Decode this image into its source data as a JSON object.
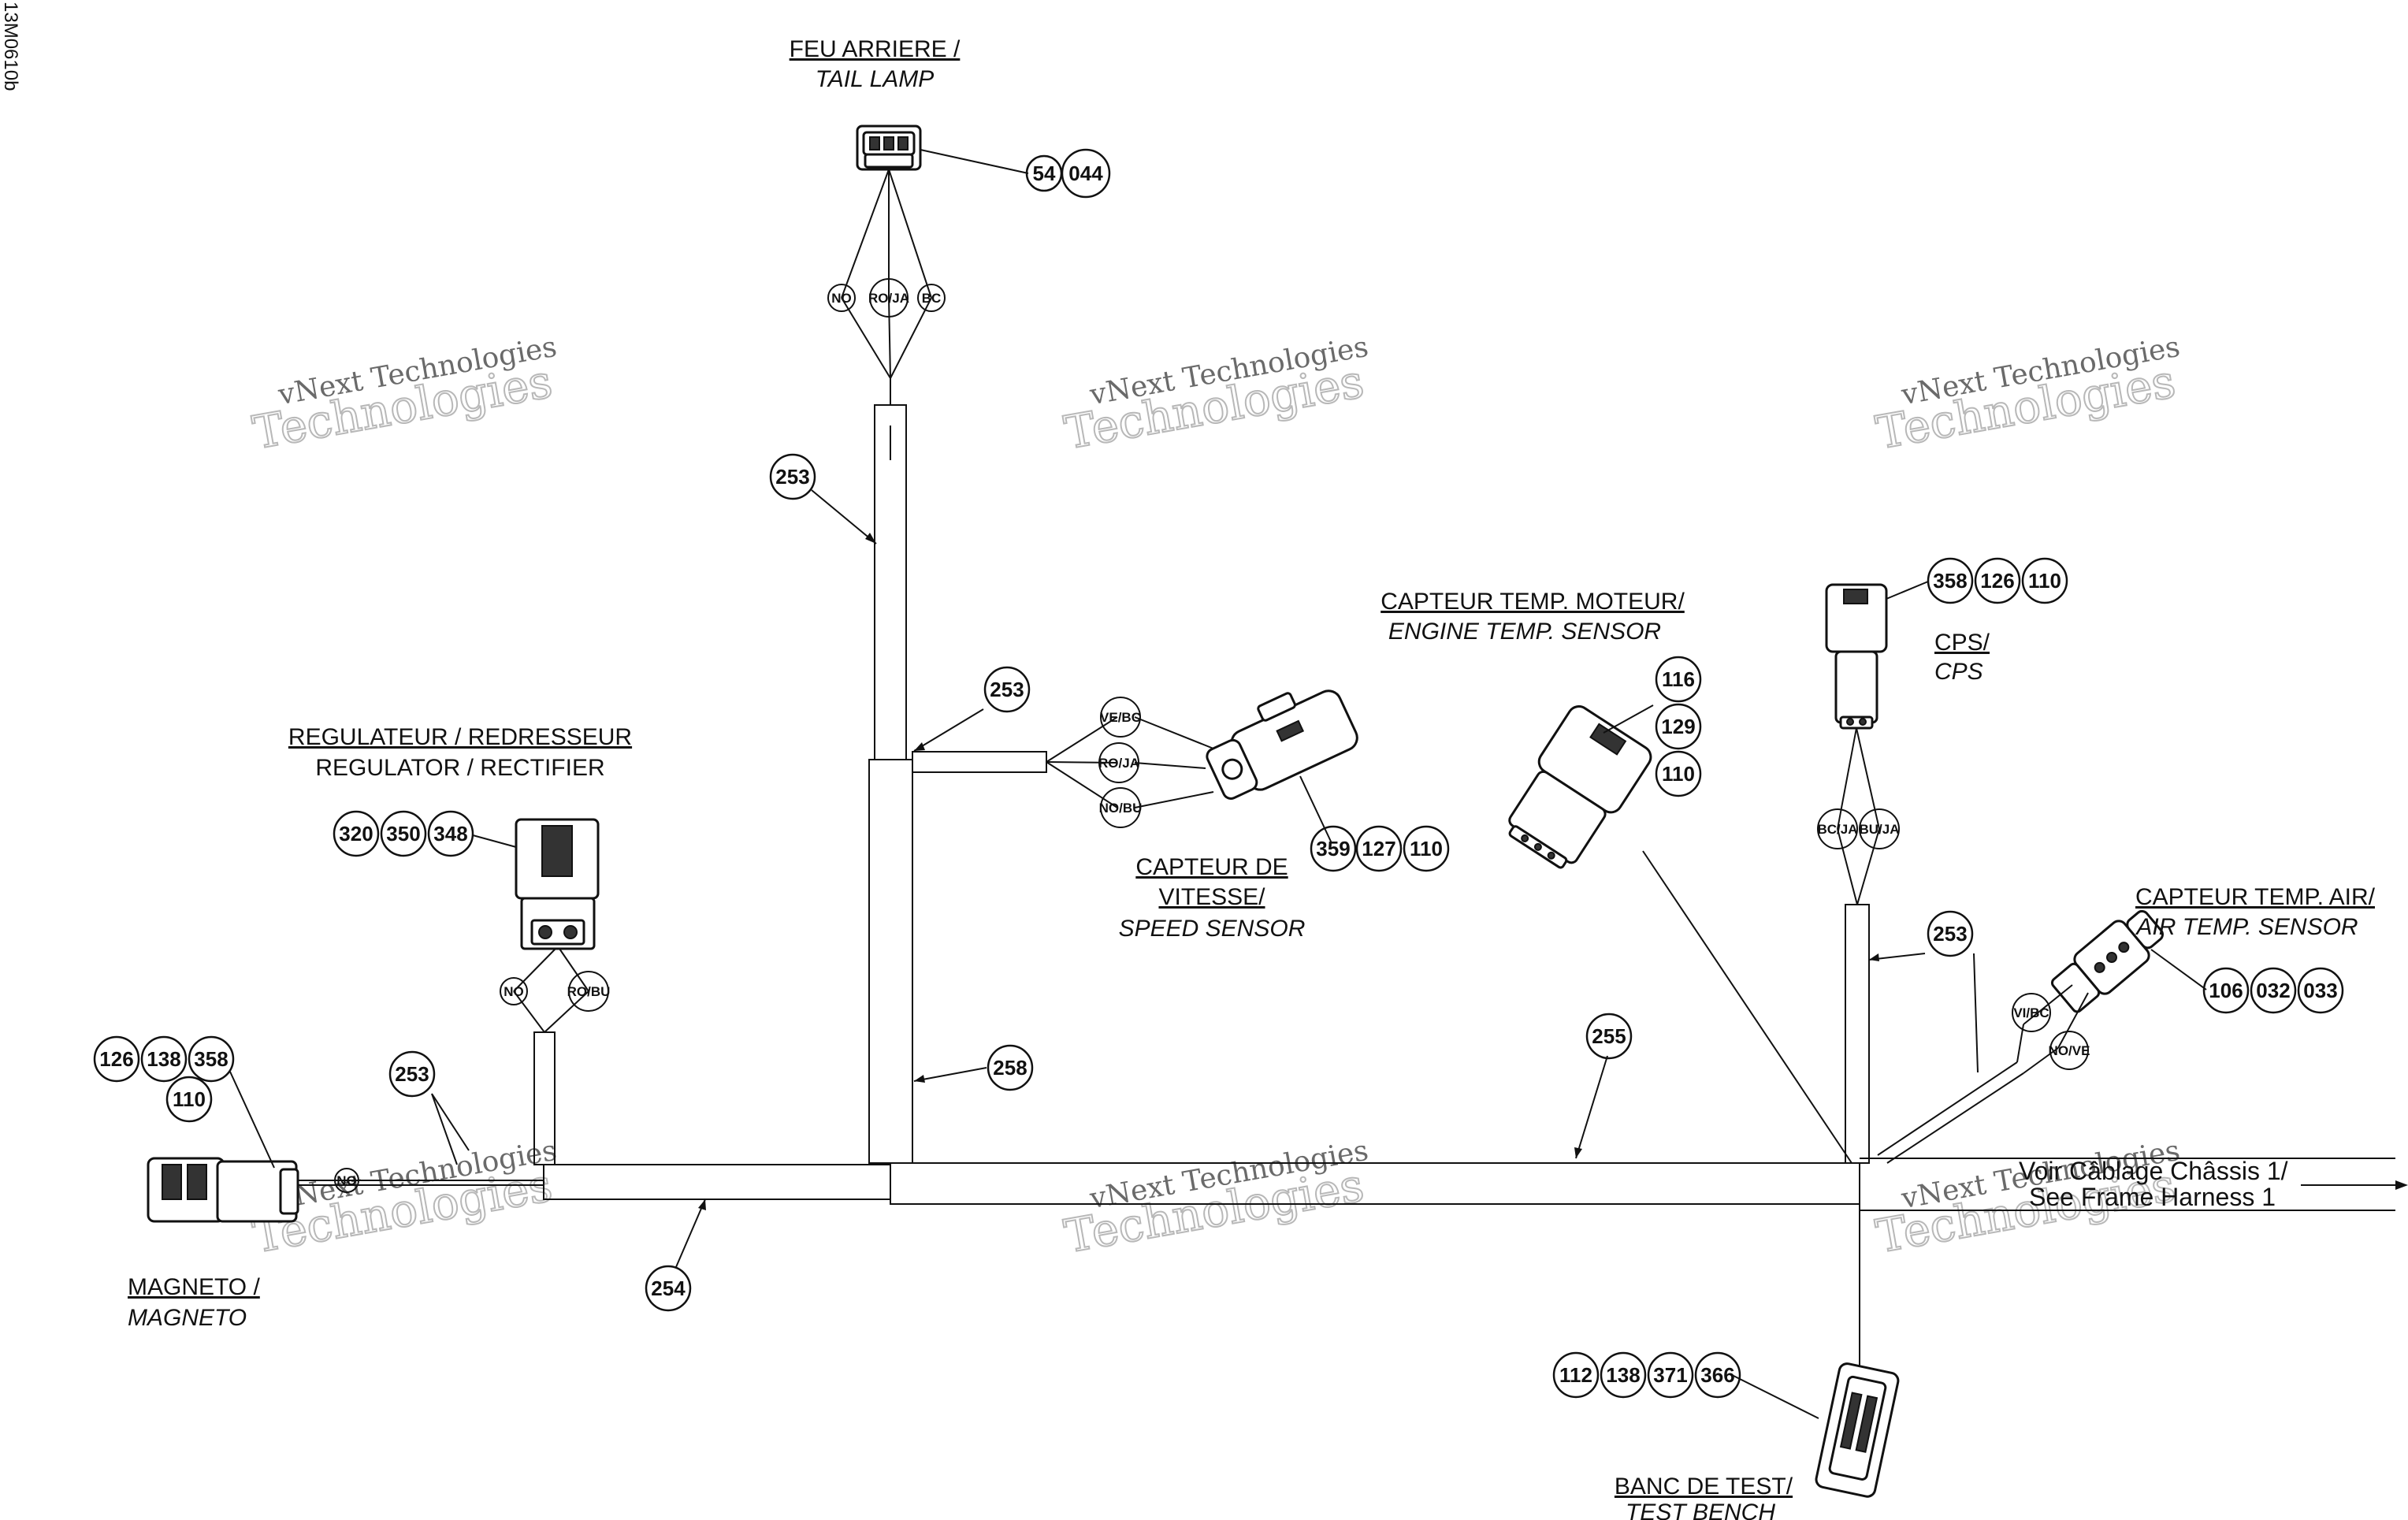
{
  "drawing_id": "13M0610b",
  "labels": {
    "tail_lamp_fr": "FEU ARRIERE /",
    "tail_lamp_en": "TAIL LAMP",
    "regulator_fr": "REGULATEUR / REDRESSEUR",
    "regulator_en": "REGULATOR / RECTIFIER",
    "speed_fr_1": "CAPTEUR DE",
    "speed_fr_2": "VITESSE/",
    "speed_en": "SPEED SENSOR",
    "engine_temp_fr": "CAPTEUR TEMP. MOTEUR/",
    "engine_temp_en": "ENGINE TEMP. SENSOR",
    "cps_fr": "CPS/",
    "cps_en": "CPS",
    "air_temp_fr": "CAPTEUR TEMP. AIR/",
    "air_temp_en": "AIR TEMP. SENSOR",
    "magneto_fr": "MAGNETO /",
    "magneto_en": "MAGNETO",
    "test_bench_fr": "BANC DE TEST/",
    "test_bench_en": "TEST BENCH",
    "see_frame_fr": "Voir Câblage Châssis 1/",
    "see_frame_en": "See Frame Harness 1"
  },
  "bubbles": {
    "tail_lamp": [
      "54",
      "044"
    ],
    "regulator": [
      "320",
      "350",
      "348"
    ],
    "speed_sensor": [
      "359",
      "127",
      "110"
    ],
    "engine_temp": [
      "116",
      "129",
      "110"
    ],
    "cps": [
      "358",
      "126",
      "110"
    ],
    "air_temp": [
      "106",
      "032",
      "033"
    ],
    "magneto_row": [
      "126",
      "138",
      "358"
    ],
    "magneto_extra": "110",
    "test_bench": [
      "112",
      "138",
      "371",
      "366"
    ],
    "sleeve_253": "253",
    "sleeve_258": "258",
    "sleeve_254": "254",
    "sleeve_255": "255"
  },
  "wires": {
    "tail_no": "NO",
    "tail_roja": "RO/JA",
    "tail_bc": "BC",
    "speed_vebc": "VE/BC",
    "speed_roja": "RO/JA",
    "speed_nobu": "NO/BU",
    "reg_no": "NO",
    "reg_robu": "RO/BU",
    "cps_bcja": "BC/JA",
    "cps_buja": "BU/JA",
    "air_vibc": "VI/BC",
    "air_nove": "NO/VE",
    "mag_no": "NO"
  },
  "watermark": {
    "line1": "vNext Technologies",
    "line2": "Technologies"
  }
}
